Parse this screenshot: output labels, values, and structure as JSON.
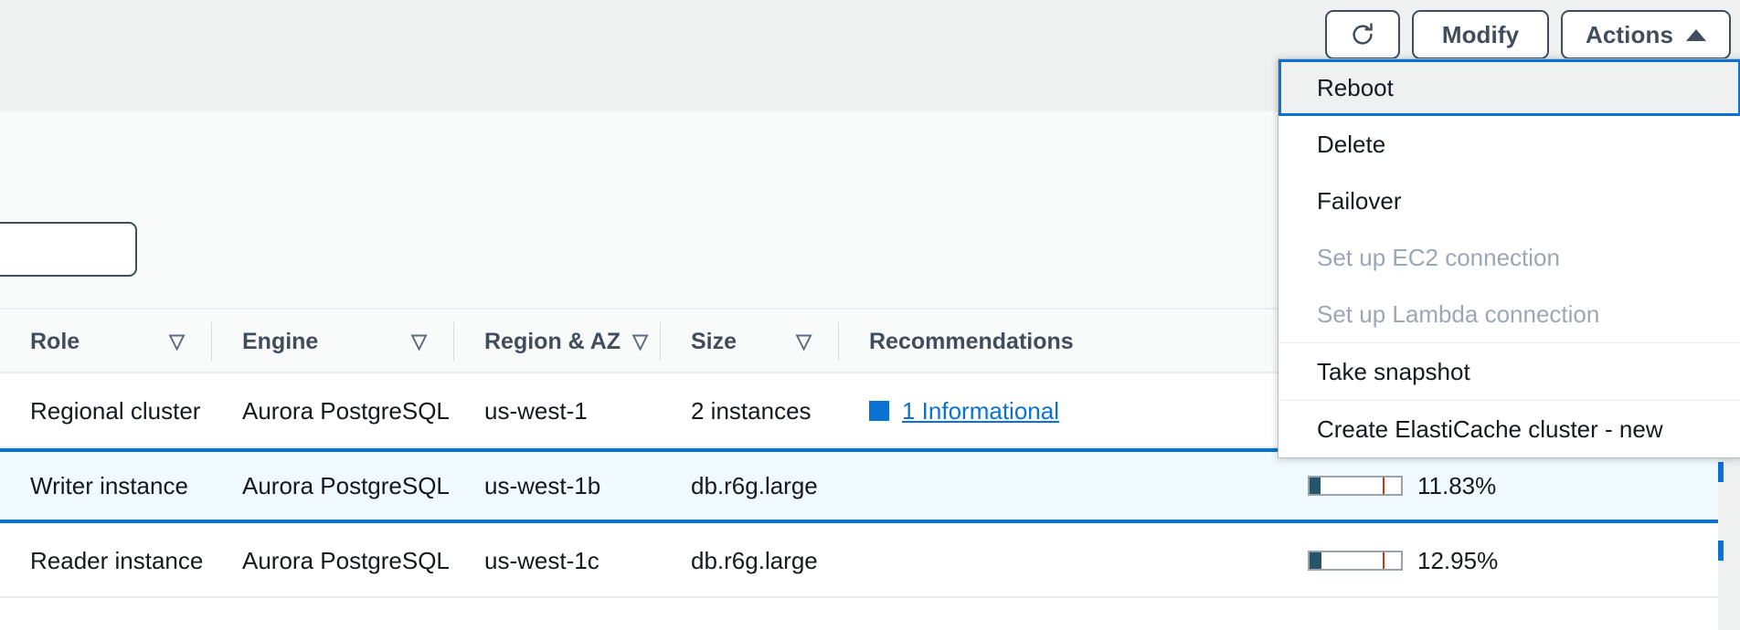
{
  "toolbar": {
    "refresh_icon": "refresh-icon",
    "refresh_label": "",
    "modify_label": "Modify",
    "actions_label": "Actions",
    "actions_caret_icon": "caret-up-icon"
  },
  "actions_menu": {
    "items": [
      {
        "label": "Reboot",
        "state": "selected"
      },
      {
        "label": "Delete",
        "state": "enabled"
      },
      {
        "label": "Failover",
        "state": "enabled"
      },
      {
        "label": "Set up EC2 connection",
        "state": "disabled"
      },
      {
        "label": "Set up Lambda connection",
        "state": "disabled"
      },
      {
        "label": "Take snapshot",
        "state": "enabled",
        "separator_before": true
      },
      {
        "label": "Create ElastiCache cluster - new",
        "state": "enabled",
        "separator_before": true
      }
    ]
  },
  "filter": {
    "value": "",
    "placeholder": ""
  },
  "table": {
    "columns": [
      {
        "label": "Role",
        "sort_icon": "sort-descending-icon"
      },
      {
        "label": "Engine",
        "sort_icon": "sort-descending-icon"
      },
      {
        "label": "Region & AZ",
        "sort_icon": "sort-descending-icon"
      },
      {
        "label": "Size",
        "sort_icon": "sort-descending-icon"
      },
      {
        "label": "Recommendations",
        "sort_icon": ""
      }
    ],
    "rows": [
      {
        "role": "Regional cluster",
        "engine": "Aurora PostgreSQL",
        "region_az": "us-west-1",
        "size": "2 instances",
        "recommendation": {
          "swatch_color": "#0972d3",
          "link_text": "1 Informational"
        },
        "cpu": null,
        "selected": false
      },
      {
        "role": "Writer instance",
        "engine": "Aurora PostgreSQL",
        "region_az": "us-west-1b",
        "size": "db.r6g.large",
        "recommendation": null,
        "cpu": {
          "value_label": "11.83%",
          "percent": 11.83,
          "threshold_percent": 80
        },
        "selected": true
      },
      {
        "role": "Reader instance",
        "engine": "Aurora PostgreSQL",
        "region_az": "us-west-1c",
        "size": "db.r6g.large",
        "recommendation": null,
        "cpu": {
          "value_label": "12.95%",
          "percent": 12.95,
          "threshold_percent": 80
        },
        "selected": false
      }
    ]
  },
  "colors": {
    "accent": "#0972d3",
    "text": "#16191f",
    "header_text": "#414d5c",
    "disabled_text": "#9ba7b6",
    "selected_row_bg": "#f1faff",
    "band_top": "#eff0f0",
    "band_sub": "#f9fafa",
    "meter_fill": "#24556b",
    "meter_threshold": "#d13212"
  }
}
